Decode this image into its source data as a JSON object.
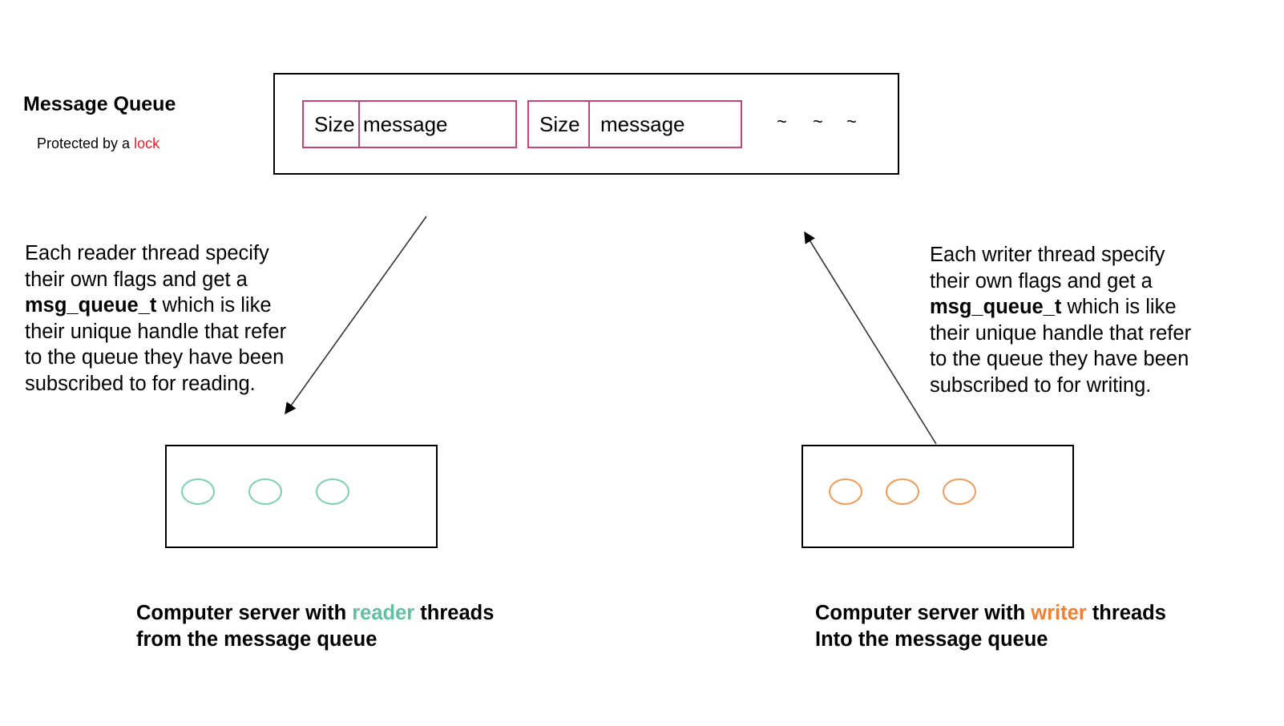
{
  "queue": {
    "title": "Message Queue",
    "subtitle_prefix": "Protected by a ",
    "subtitle_highlight": "lock",
    "slots": [
      {
        "size_label": "Size",
        "message_label": "message"
      },
      {
        "size_label": "Size",
        "message_label": "message"
      }
    ],
    "ellipsis": [
      "~",
      "~",
      "~"
    ]
  },
  "reader": {
    "description_part1": "Each reader thread specify their own flags and get a ",
    "description_bold": "msg_queue_t",
    "description_part2": " which is like their unique handle that refer to the queue they have been subscribed to for reading.",
    "caption_prefix": "Computer server with ",
    "caption_highlight": "reader",
    "caption_suffix": " threads",
    "caption_line2": "from the message queue"
  },
  "writer": {
    "description_part1": "Each writer thread specify their own flags and get a ",
    "description_bold": "msg_queue_t",
    "description_part2": " which is like their unique handle that refer to the queue they have been subscribed to for writing.",
    "caption_prefix": "Computer server with ",
    "caption_highlight": "writer",
    "caption_suffix": " threads",
    "caption_line2": "Into the message queue"
  },
  "colors": {
    "lock": "#e8202a",
    "slot_border": "#c9437a",
    "reader": "#5fc1a0",
    "reader_thread": "#7ccfb5",
    "writer": "#ef8033",
    "writer_thread": "#ef9a5a"
  }
}
